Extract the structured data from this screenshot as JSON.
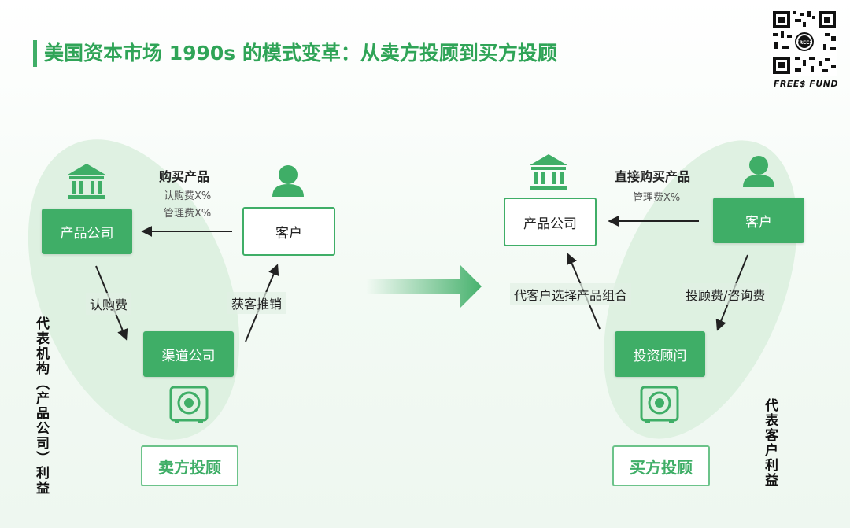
{
  "title": "美国资本市场 1990s 的模式变革：从卖方投顾到买方投顾",
  "brand": "FREE$ FUND",
  "qr_text": "FREE$",
  "left": {
    "product_company": "产品公司",
    "customer": "客户",
    "channel_company": "渠道公司",
    "purchase_label": "购买产品",
    "purchase_fee1": "认购费X%",
    "purchase_fee2": "管理费X%",
    "subscription_fee": "认购费",
    "acquire_label": "获客推销",
    "bottom_label": "卖方投顾",
    "side_label": "代表机构（产品公司）利益"
  },
  "right": {
    "product_company": "产品公司",
    "customer": "客户",
    "advisor": "投资顾问",
    "purchase_label": "直接购买产品",
    "purchase_fee": "管理费X%",
    "select_label": "代客户选择产品组合",
    "advisor_fee": "投顾费/咨询费",
    "bottom_label": "买方投顾",
    "side_label": "代表客户利益"
  },
  "colors": {
    "accent": "#3fae67",
    "ellipse": "#dcefdf",
    "arrow": "#222222"
  }
}
